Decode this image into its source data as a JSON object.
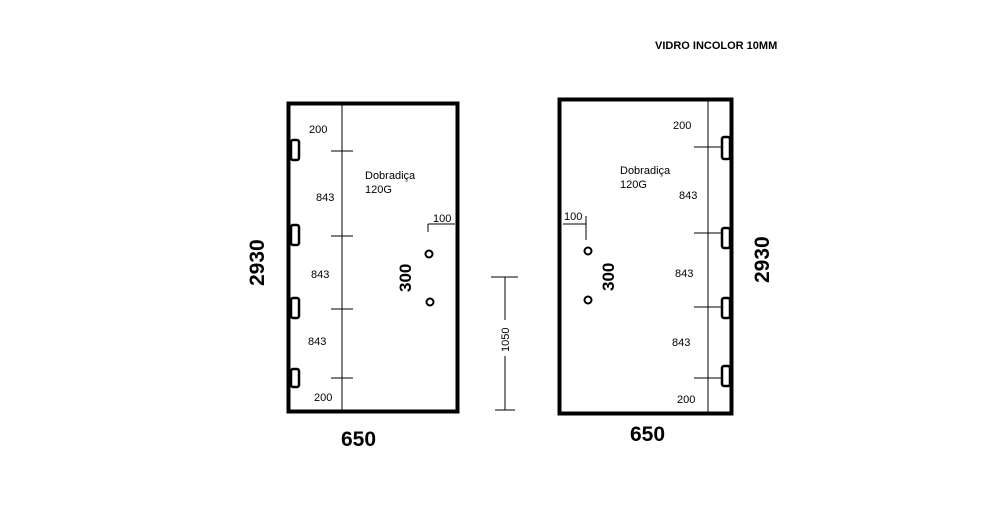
{
  "title": "VIDRO INCOLOR 10MM",
  "center_dimension": "1050",
  "left_door": {
    "height": "2930",
    "width": "650",
    "hinge_label_line1": "Dobradiça",
    "hinge_label_line2": "120G",
    "dims": {
      "top": "200",
      "seg1": "843",
      "seg2": "843",
      "seg3": "843",
      "bottom": "200",
      "hole_offset": "100",
      "hole_spacing": "300"
    }
  },
  "right_door": {
    "height": "2930",
    "width": "650",
    "hinge_label_line1": "Dobradiça",
    "hinge_label_line2": "120G",
    "dims": {
      "top": "200",
      "seg1": "843",
      "seg2": "843",
      "seg3": "843",
      "bottom": "200",
      "hole_offset": "100",
      "hole_spacing": "300"
    }
  }
}
